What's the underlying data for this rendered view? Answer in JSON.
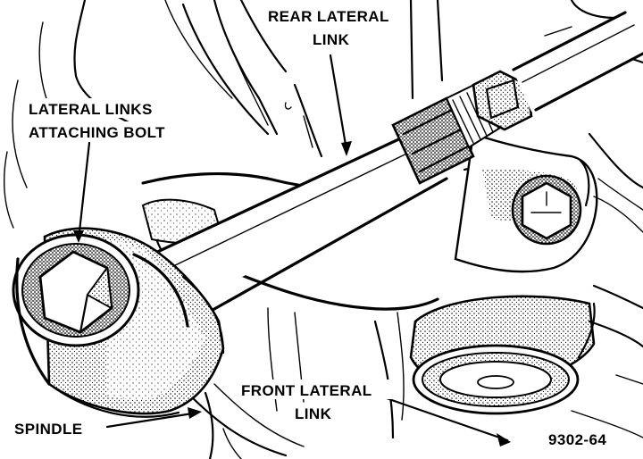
{
  "figure": {
    "labels": {
      "rear_lateral_link_line1": "REAR LATERAL",
      "rear_lateral_link_line2": "LINK",
      "lateral_links_bolt_line1": "LATERAL LINKS",
      "lateral_links_bolt_line2": "ATTACHING BOLT",
      "front_lateral_link_line1": "FRONT LATERAL",
      "front_lateral_link_line2": "LINK",
      "spindle": "SPINDLE",
      "figure_number": "9302-64"
    },
    "colors": {
      "ink": "#000000",
      "paper": "#ffffff"
    }
  }
}
